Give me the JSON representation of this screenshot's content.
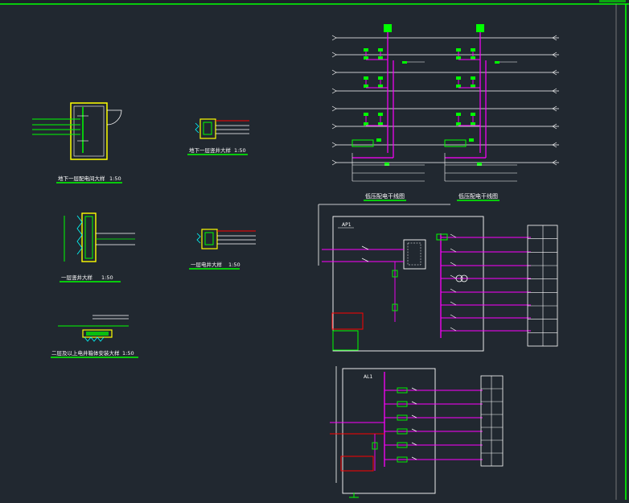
{
  "titles": {
    "elec_room": "地下一层配电间大样",
    "shaft_b1": "地下一层竖井大样",
    "shaft_1f": "一层竖井大样",
    "shaft_2f": "二层及以上电井箱体安装大样",
    "elec_1f": "一层电井大样",
    "riser_left": "低压配电干线图",
    "riser_right": "低压配电干线图"
  },
  "scales": {
    "elec_room": "1:50",
    "shaft_b1": "1:50",
    "shaft_1f": "1:50",
    "shaft_2f": "1:50",
    "elec_1f": "1:50"
  },
  "panel_labels": {
    "main_panel": "AP1",
    "sub_panel": "AL1"
  },
  "colors": {
    "background": "#212830",
    "border": "#00ff00",
    "riser": "#ff00ff",
    "equipment": "#00ff00",
    "wall": "#ffff00",
    "lines": "#ffffff",
    "cyan": "#00ffff",
    "red": "#ff0000"
  }
}
